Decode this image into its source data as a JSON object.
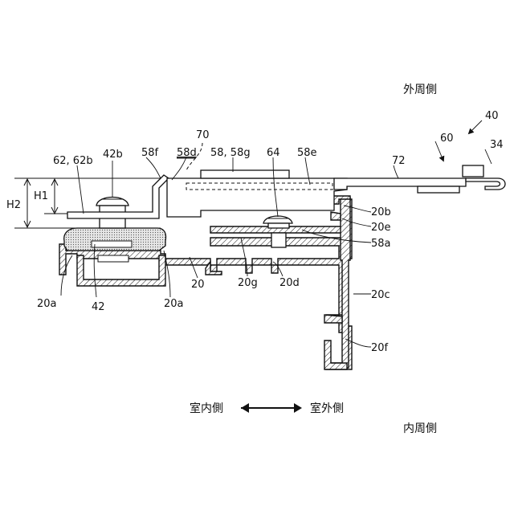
{
  "labels": {
    "l40": "40",
    "l34": "34",
    "l60": "60",
    "l72": "72",
    "l70": "70",
    "l62_62b": "62, 62b",
    "l42b": "42b",
    "l58f": "58f",
    "l58d": "58d",
    "l58_58g": "58, 58g",
    "l64": "64",
    "l58e": "58e",
    "h2": "H2",
    "h1": "H1",
    "l20b": "20b",
    "l20e": "20e",
    "l58a": "58a",
    "l20a_left": "20a",
    "l42": "42",
    "l20a_right": "20a",
    "l20": "20",
    "l20g": "20g",
    "l20d": "20d",
    "l20c": "20c",
    "l20f": "20f"
  },
  "orientation": {
    "outer_side": "外周側",
    "inner_side": "内周側",
    "indoor_side": "室内側",
    "outdoor_side": "室外側"
  }
}
